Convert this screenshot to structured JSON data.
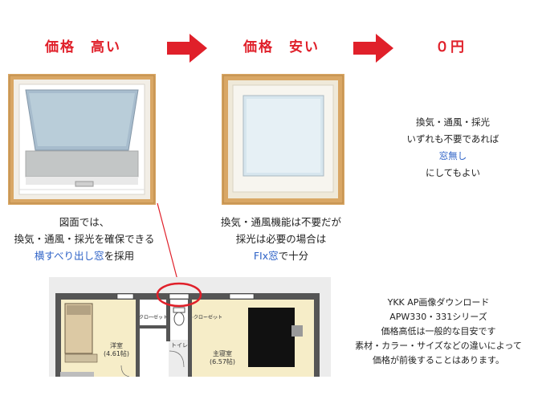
{
  "header": {
    "price_high": "価格　高い",
    "price_low": "価格　安い",
    "price_zero": "０円"
  },
  "left_caption": {
    "line1": "図面では、",
    "line2": "換気・通風・採光を確保できる",
    "line3_highlight": "横すべり出し窓",
    "line3_rest": "を採用"
  },
  "middle_caption": {
    "line1": "換気・通風機能は不要だが",
    "line2": "採光は必要の場合は",
    "line3_highlight": "FIx窓",
    "line3_rest": "で十分"
  },
  "right_note": {
    "line1": "換気・通風・採光",
    "line2": "いずれも不要であれば",
    "line3_highlight": "窓無し",
    "line4": "にしてもよい"
  },
  "source_note": {
    "line1": "YKK AP画像ダウンロード",
    "line2": "APW330・331シリーズ",
    "line3": "価格高低は一般的な目安です",
    "line4": "素材・カラー・サイズなどの違いによって",
    "line5": "価格が前後することはあります。"
  },
  "floorplan": {
    "room_western": "洋室",
    "room_western_size": "(4.61帖)",
    "closet": "クローゼット",
    "toilet": "トイレ",
    "closet2": "クローゼット",
    "room_main": "主寝室",
    "room_main_size": "(6.57帖)"
  },
  "colors": {
    "price_red": "#e0202a",
    "highlight_blue": "#2f63c7",
    "frame_wood": "#d9a765",
    "callout_red": "#e0202a"
  }
}
